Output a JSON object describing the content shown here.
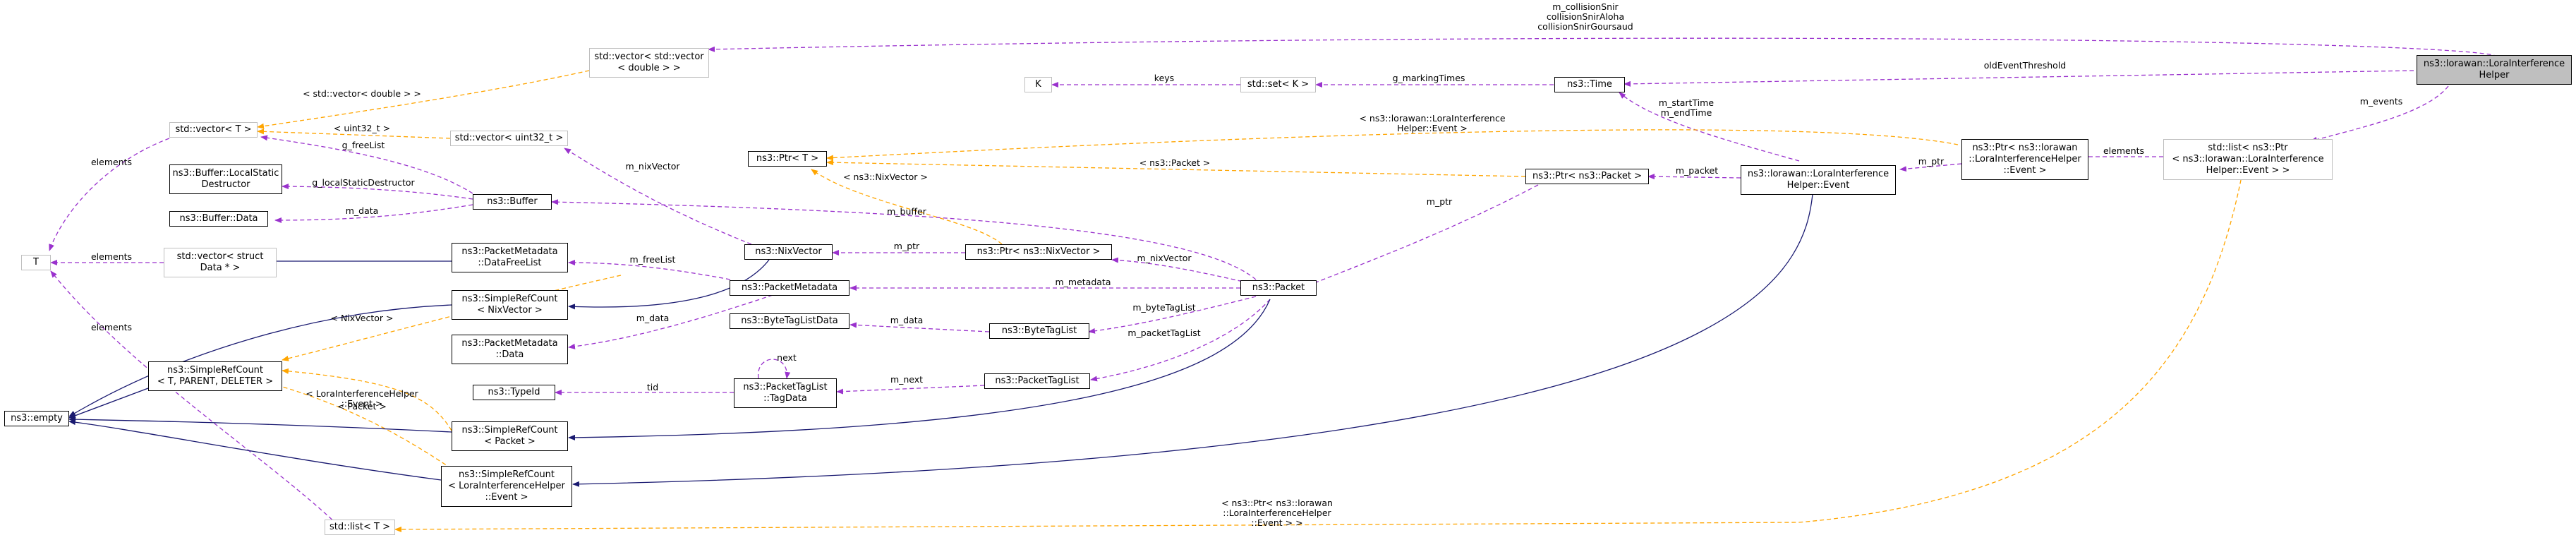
{
  "colors": {
    "inheritance": "#191970",
    "usage": "#9a32cd",
    "template": "#ffa500",
    "node_border": "#000000",
    "template_node_border": "#bfbfbf",
    "focus_fill": "#bfbfbf"
  },
  "nodes": {
    "lora_helper": "ns3::lorawan::LoraInterference\nHelper",
    "vector_vector_double": "std::vector< std::vector\n< double > >",
    "time": "ns3::Time",
    "set_k": "std::set< K >",
    "k": "K",
    "vector_t": "std::vector< T >",
    "vector_uint32": "std::vector< uint32_t >",
    "ptr_t": "ns3::Ptr< T >",
    "ptr_helper_event": "ns3::Ptr< ns3::lorawan\n::LoraInterferenceHelper\n::Event >",
    "list_ptr_event": "std::list< ns3::Ptr\n< ns3::lorawan::LoraInterference\nHelper::Event > >",
    "ptr_packet": "ns3::Ptr< ns3::Packet >",
    "helper_event": "ns3::lorawan::LoraInterference\nHelper::Event",
    "buffer_static_destructor": "ns3::Buffer::LocalStatic\nDestructor",
    "buffer_data": "ns3::Buffer::Data",
    "buffer": "ns3::Buffer",
    "t": "T",
    "vector_struct_data": "std::vector< struct\nData * >",
    "pm_datafreelist": "ns3::PacketMetadata\n::DataFreeList",
    "nixvector": "ns3::NixVector",
    "ptr_nixvector": "ns3::Ptr< ns3::NixVector >",
    "src_nixvector": "ns3::SimpleRefCount\n< NixVector >",
    "packetmetadata": "ns3::PacketMetadata",
    "packet": "ns3::Packet",
    "pm_data": "ns3::PacketMetadata\n::Data",
    "bytetaglistdata": "ns3::ByteTagListData",
    "bytetaglist": "ns3::ByteTagList",
    "src_generic": "ns3::SimpleRefCount\n< T, PARENT, DELETER >",
    "empty": "ns3::empty",
    "typeid": "ns3::TypeId",
    "tagdata": "ns3::PacketTagList\n::TagData",
    "packettaglist": "ns3::PacketTagList",
    "src_packet": "ns3::SimpleRefCount\n< Packet >",
    "src_event": "ns3::SimpleRefCount\n< LoraInterferenceHelper\n::Event >",
    "list_t": "std::list< T >"
  },
  "edge_labels": {
    "collision": "m_collisionSnir\ncollisionSnirAloha\ncollisionSnirGoursaud",
    "old_event_threshold": "oldEventThreshold",
    "m_events": "m_events",
    "keys": "keys",
    "marking_times": "g_markingTimes",
    "start_end_time": "m_startTime\nm_endTime",
    "vector_double": "< std::vector< double > >",
    "uint32": "< uint32_t >",
    "helper_event_tmpl": "< ns3::lorawan::LoraInterference\nHelper::Event >",
    "packet_tmpl": "< ns3::Packet >",
    "nixvector_tmpl": "< ns3::NixVector >",
    "elements_list": "elements",
    "m_ptr_event": "m_ptr",
    "m_packet": "m_packet",
    "m_ptr_packet": "m_ptr",
    "elements_vector": "elements",
    "g_free_list": "g_freeList",
    "g_local_static_destructor": "g_localStaticDestructor",
    "m_data_buffer": "m_data",
    "m_nix_vector_vec": "m_nixVector",
    "m_buffer": "m_buffer",
    "elements_struct": "elements",
    "m_free_list": "m_freeList",
    "m_ptr_nix": "m_ptr",
    "m_nix_vector": "m_nixVector",
    "m_metadata": "m_metadata",
    "m_data_pm": "m_data",
    "m_data_btl": "m_data",
    "m_byte_tag_list": "m_byteTagList",
    "m_packet_tag_list": "m_packetTagList",
    "next": "next",
    "m_next": "m_next",
    "tid": "tid",
    "nixvector_src_tmpl": "< NixVector >",
    "packet_src_tmpl": "< Packet >",
    "event_src_tmpl": "< LoraInterferenceHelper\n::Event >",
    "elements_t_list": "elements",
    "list_event_tmpl": "< ns3::Ptr< ns3::lorawan\n::LoraInterferenceHelper\n::Event > >"
  }
}
